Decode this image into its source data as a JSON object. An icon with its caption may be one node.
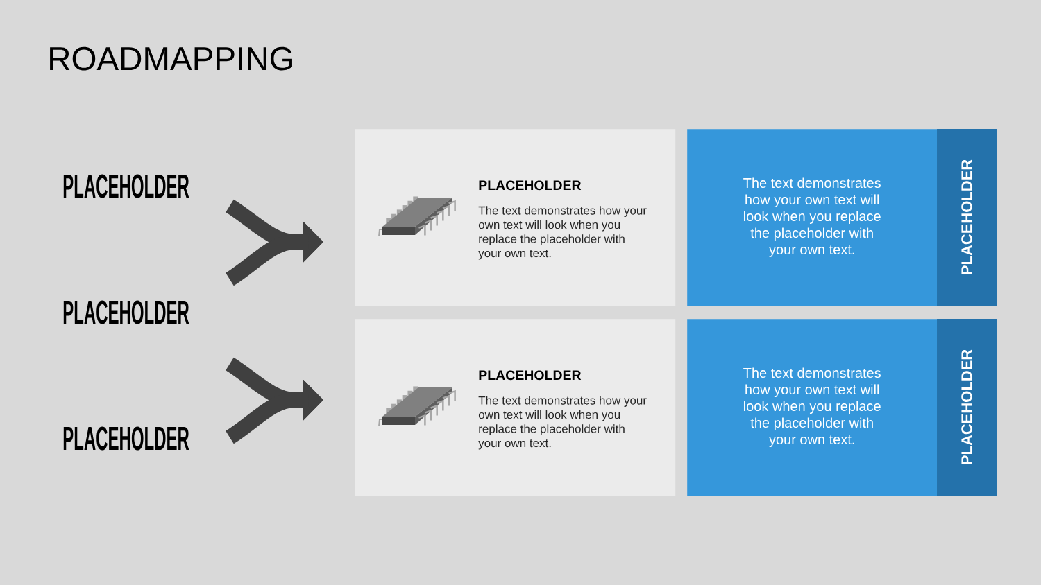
{
  "diagram": {
    "title": "ROADMAPPING",
    "nodes": [
      {
        "text": [
          "PLACEHOLDER"
        ]
      },
      {
        "text": [
          "PLACEHOLDER"
        ]
      },
      {
        "text": [
          "PLACEHOLDER"
        ]
      },
      {
        "text": [
          "PLACEHOLDER",
          "The text demonstrates how your own text will look when you replace the placeholder with your own text."
        ]
      },
      {
        "text": [
          "The text demonstrates how your own text will look when you replace the placeholder with your own text."
        ]
      },
      {
        "text": [
          "PLACEHOLDER"
        ]
      },
      {
        "text": [
          "PLACEHOLDER",
          "The text demonstrates how your own text will look when you replace the placeholder with your own text."
        ]
      },
      {
        "text": [
          "The text demonstrates how your own text will look when you replace the placeholder with your own text."
        ]
      },
      {
        "text": [
          "PLACEHOLDER"
        ]
      }
    ],
    "edges": [
      {
        "from": 0,
        "to": 3,
        "arrow": "to"
      },
      {
        "from": 1,
        "to": 3,
        "arrow": "to"
      },
      {
        "from": 1,
        "to": 6,
        "arrow": "to"
      },
      {
        "from": 2,
        "to": 6,
        "arrow": "to"
      }
    ]
  }
}
